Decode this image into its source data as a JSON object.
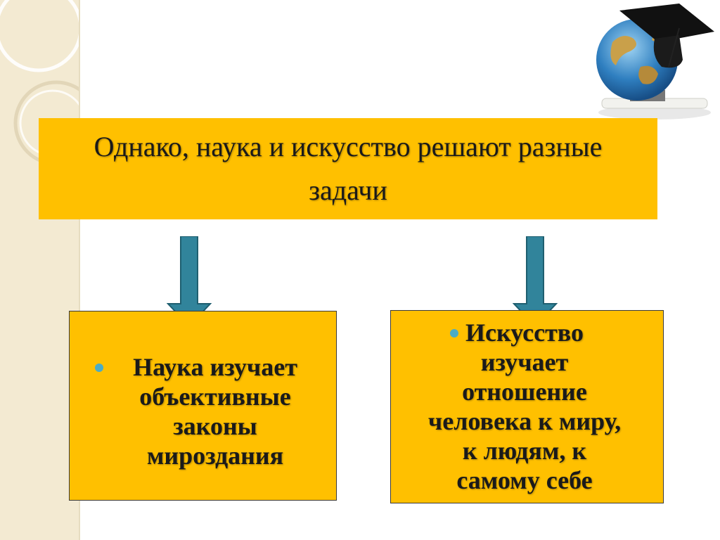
{
  "title": "Однако, наука и искусство решают разные задачи",
  "left_box": {
    "text": "Наука изучает объективные законы мироздания"
  },
  "right_box": {
    "text": "Искусство изучает отношение человека к миру, к людям, к самому себе"
  },
  "colors": {
    "box_fill": "#ffc000",
    "arrow_fill": "#31849b",
    "bullet": "#4bacc6",
    "strip": "#f3ead2"
  },
  "icons": [
    "globe-graduation-cap-icon",
    "arrow-down-icon"
  ]
}
